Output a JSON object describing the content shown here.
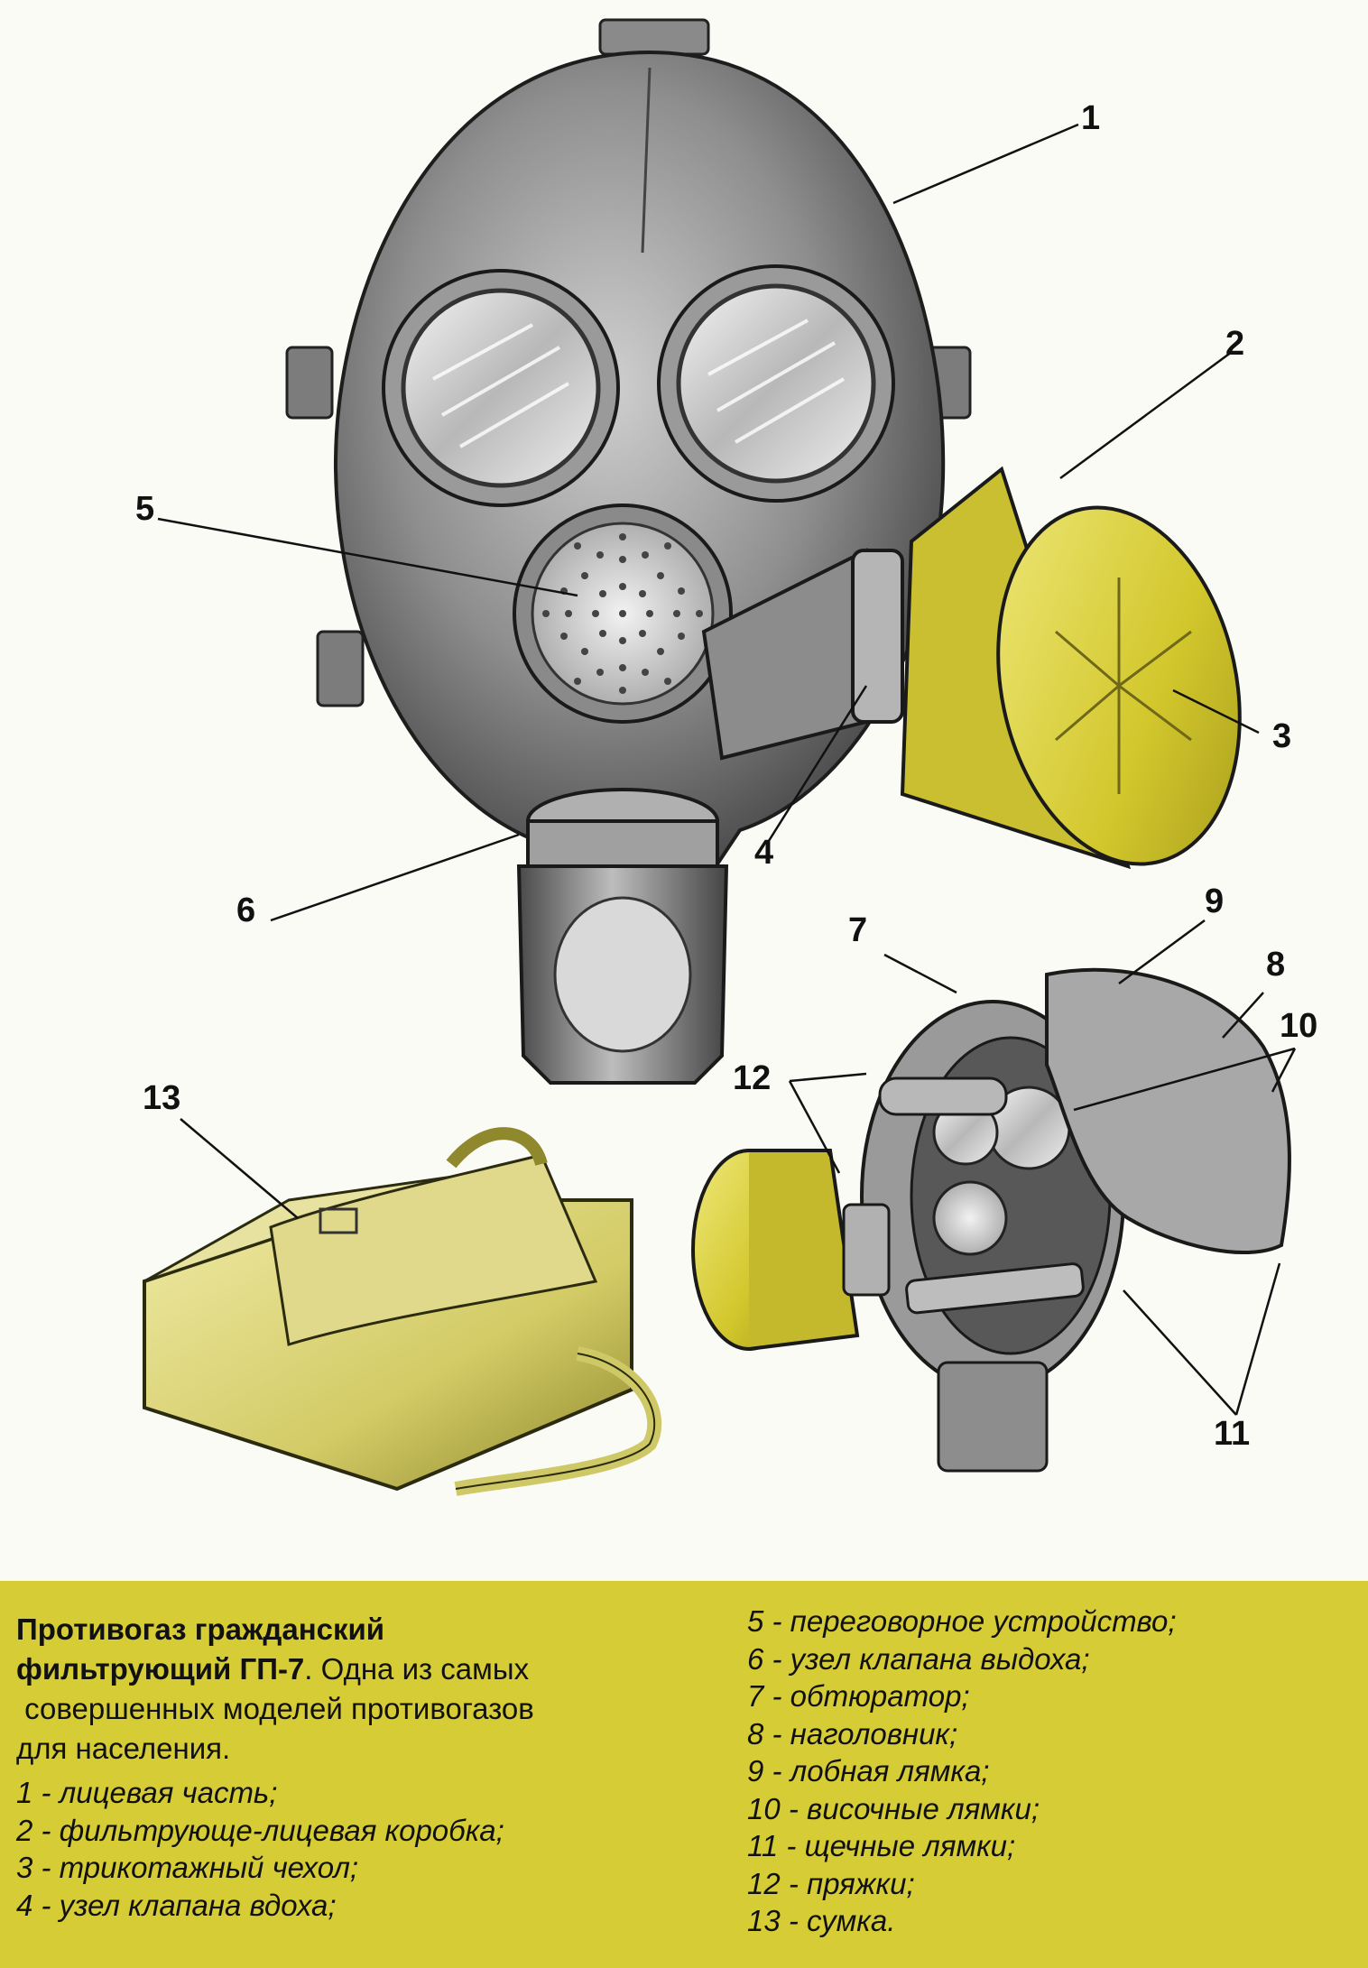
{
  "colors": {
    "background": "#fbfbf6",
    "caption_bg": "#d6cc36",
    "mask_rubber": "#6f6f6f",
    "filter_yellow": "#d8cf3a",
    "bag_yellow": "#d9d27a"
  },
  "callouts": [
    "1",
    "2",
    "3",
    "4",
    "5",
    "6",
    "7",
    "8",
    "9",
    "10",
    "11",
    "12",
    "13"
  ],
  "caption": {
    "title_bold_1": "Противогаз гражданский",
    "title_bold_2": "фильтрующий ГП-7",
    "title_rest": ". Одна из самых",
    "desc_line_1": " совершенных моделей противогазов",
    "desc_line_2": "для населения.",
    "items": [
      "1 - лицевая часть;",
      "2 - фильтрующе-лицевая коробка;",
      "3 - трикотажный чехол;",
      "4 - узел клапана вдоха;",
      "5 - переговорное устройство;",
      "6 - узел клапана выдоха;",
      "7 - обтюратор;",
      "8 - наголовник;",
      "9 - лобная лямка;",
      "10 - височные лямки;",
      "11 - щечные лямки;",
      "12 - пряжки;",
      "13 - сумка."
    ]
  }
}
